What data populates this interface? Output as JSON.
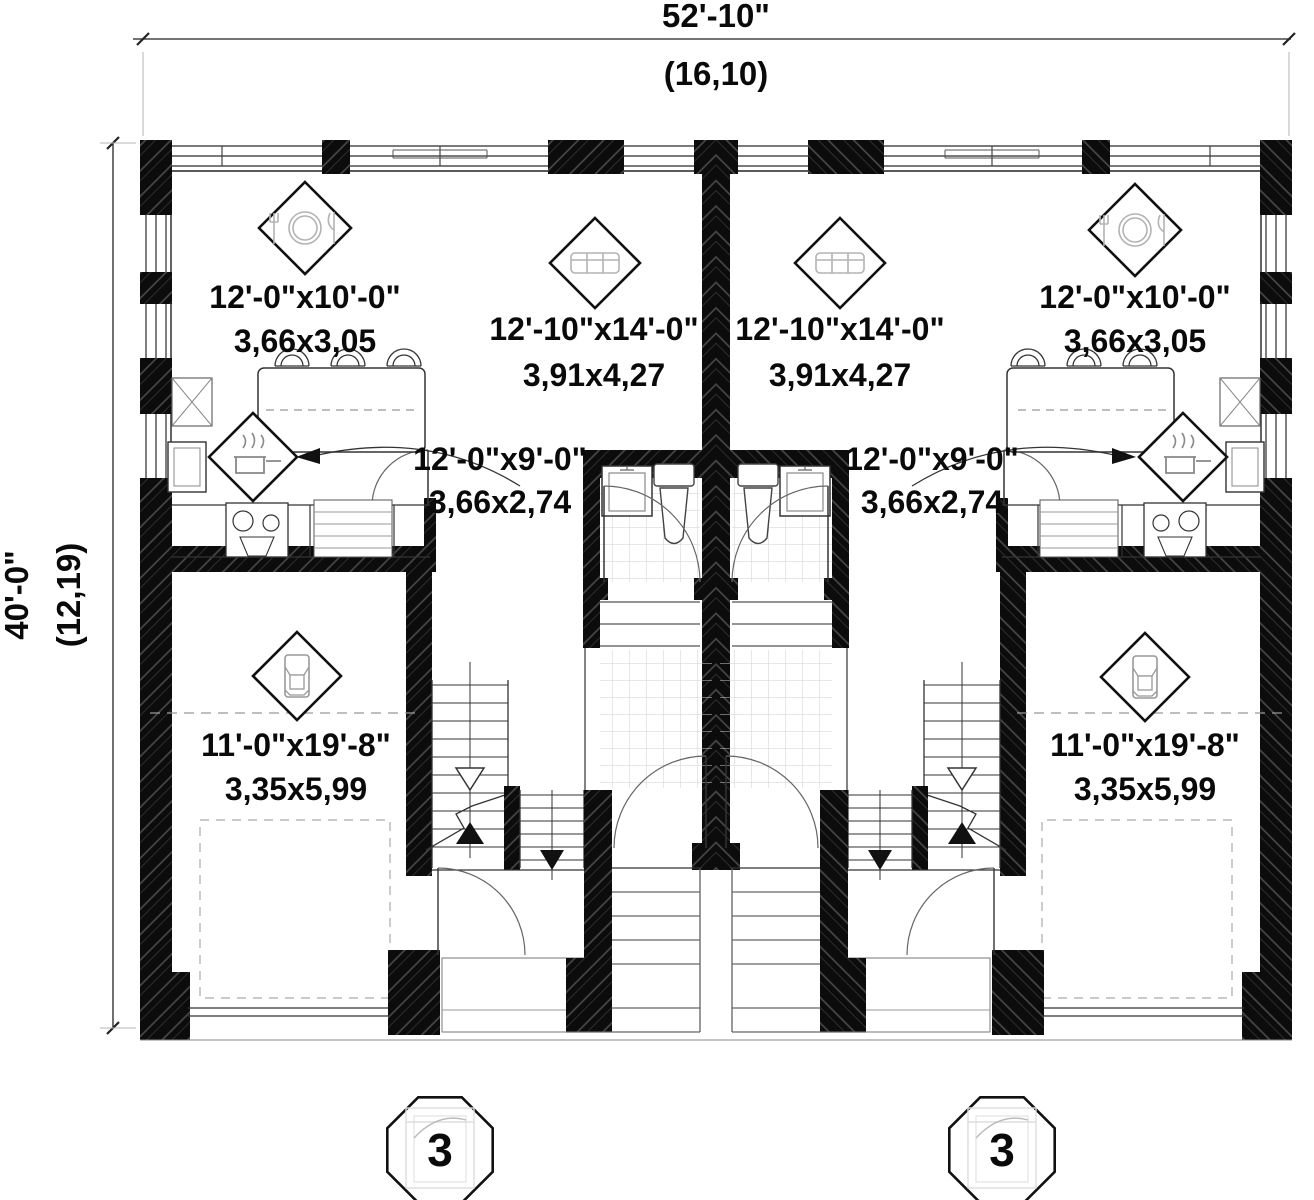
{
  "dimensions": {
    "overall_width": "52'-10\"",
    "overall_width_metric": "(16,10)",
    "overall_depth": "40'-0\"",
    "overall_depth_metric": "(12,19)"
  },
  "rooms": {
    "dining_left": {
      "name": "dining-area",
      "size": "12'-0\"x10'-0\"",
      "size_metric": "3,66x3,05"
    },
    "dining_right": {
      "name": "dining-area",
      "size": "12'-0\"x10'-0\"",
      "size_metric": "3,66x3,05"
    },
    "living_left": {
      "name": "living-room",
      "size": "12'-10\"x14'-0\"",
      "size_metric": "3,91x4,27"
    },
    "living_right": {
      "name": "living-room",
      "size": "12'-10\"x14'-0\"",
      "size_metric": "3,91x4,27"
    },
    "kitchen_left": {
      "name": "kitchen",
      "size": "12'-0\"x9'-0\"",
      "size_metric": "3,66x2,74"
    },
    "kitchen_right": {
      "name": "kitchen",
      "size": "12'-0\"x9'-0\"",
      "size_metric": "3,66x2,74"
    },
    "garage_left": {
      "name": "garage",
      "size": "11'-0\"x19'-8\"",
      "size_metric": "3,35x5,99"
    },
    "garage_right": {
      "name": "garage",
      "size": "11'-0\"x19'-8\"",
      "size_metric": "3,35x5,99"
    }
  },
  "markers": {
    "entry_left": "3",
    "entry_right": "3"
  },
  "icons": {
    "dining": "dining-table-icon",
    "living": "sofa-icon",
    "kitchen": "cooking-pot-icon",
    "garage": "car-icon",
    "entry": "door-swing-icon"
  },
  "colors": {
    "wall": "#0c0c0c",
    "line": "#222222",
    "light_line": "#999999",
    "tile_line": "#cfcfcf",
    "background": "#ffffff"
  }
}
